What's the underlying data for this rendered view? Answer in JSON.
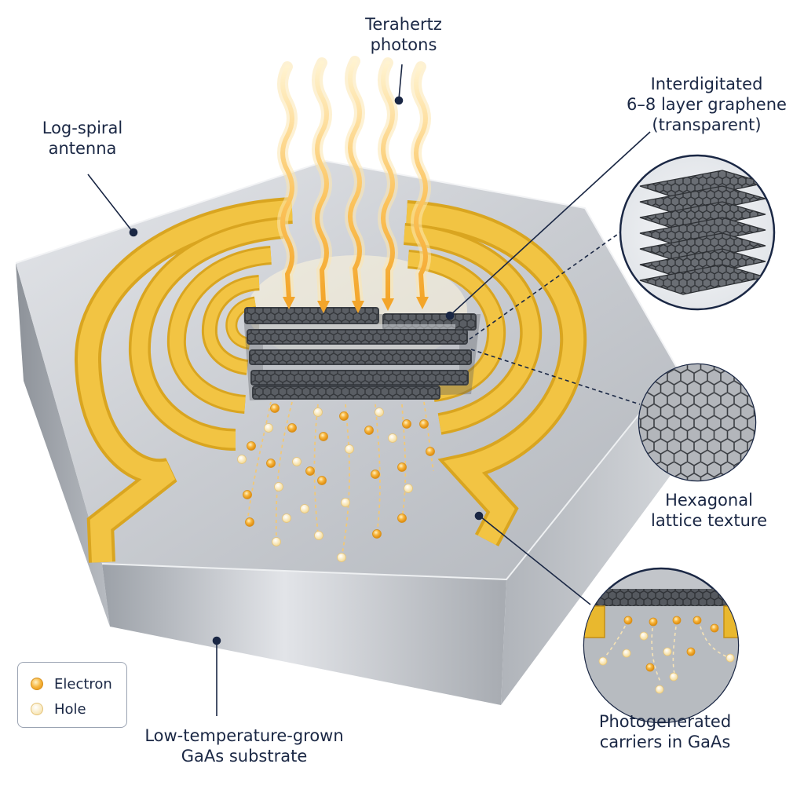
{
  "labels": {
    "terahertz": [
      "Terahertz",
      "photons"
    ],
    "antenna": [
      "Log-spiral",
      "antenna"
    ],
    "graphene": [
      "Interdigitated",
      "6–8 layer graphene",
      "(transparent)"
    ],
    "hexagonal": [
      "Hexagonal",
      "lattice texture"
    ],
    "carriers": [
      "Photogenerated",
      "carriers in GaAs"
    ],
    "substrate": [
      "Low-temperature-grown",
      "GaAs substrate"
    ]
  },
  "legend": {
    "electron": "Electron",
    "hole": "Hole"
  },
  "colors": {
    "gold": "#e9b82e",
    "electron": "#f4a62a",
    "hole": "#f7e2a8",
    "text": "#1a2744",
    "steel": "#b9bcc1"
  }
}
